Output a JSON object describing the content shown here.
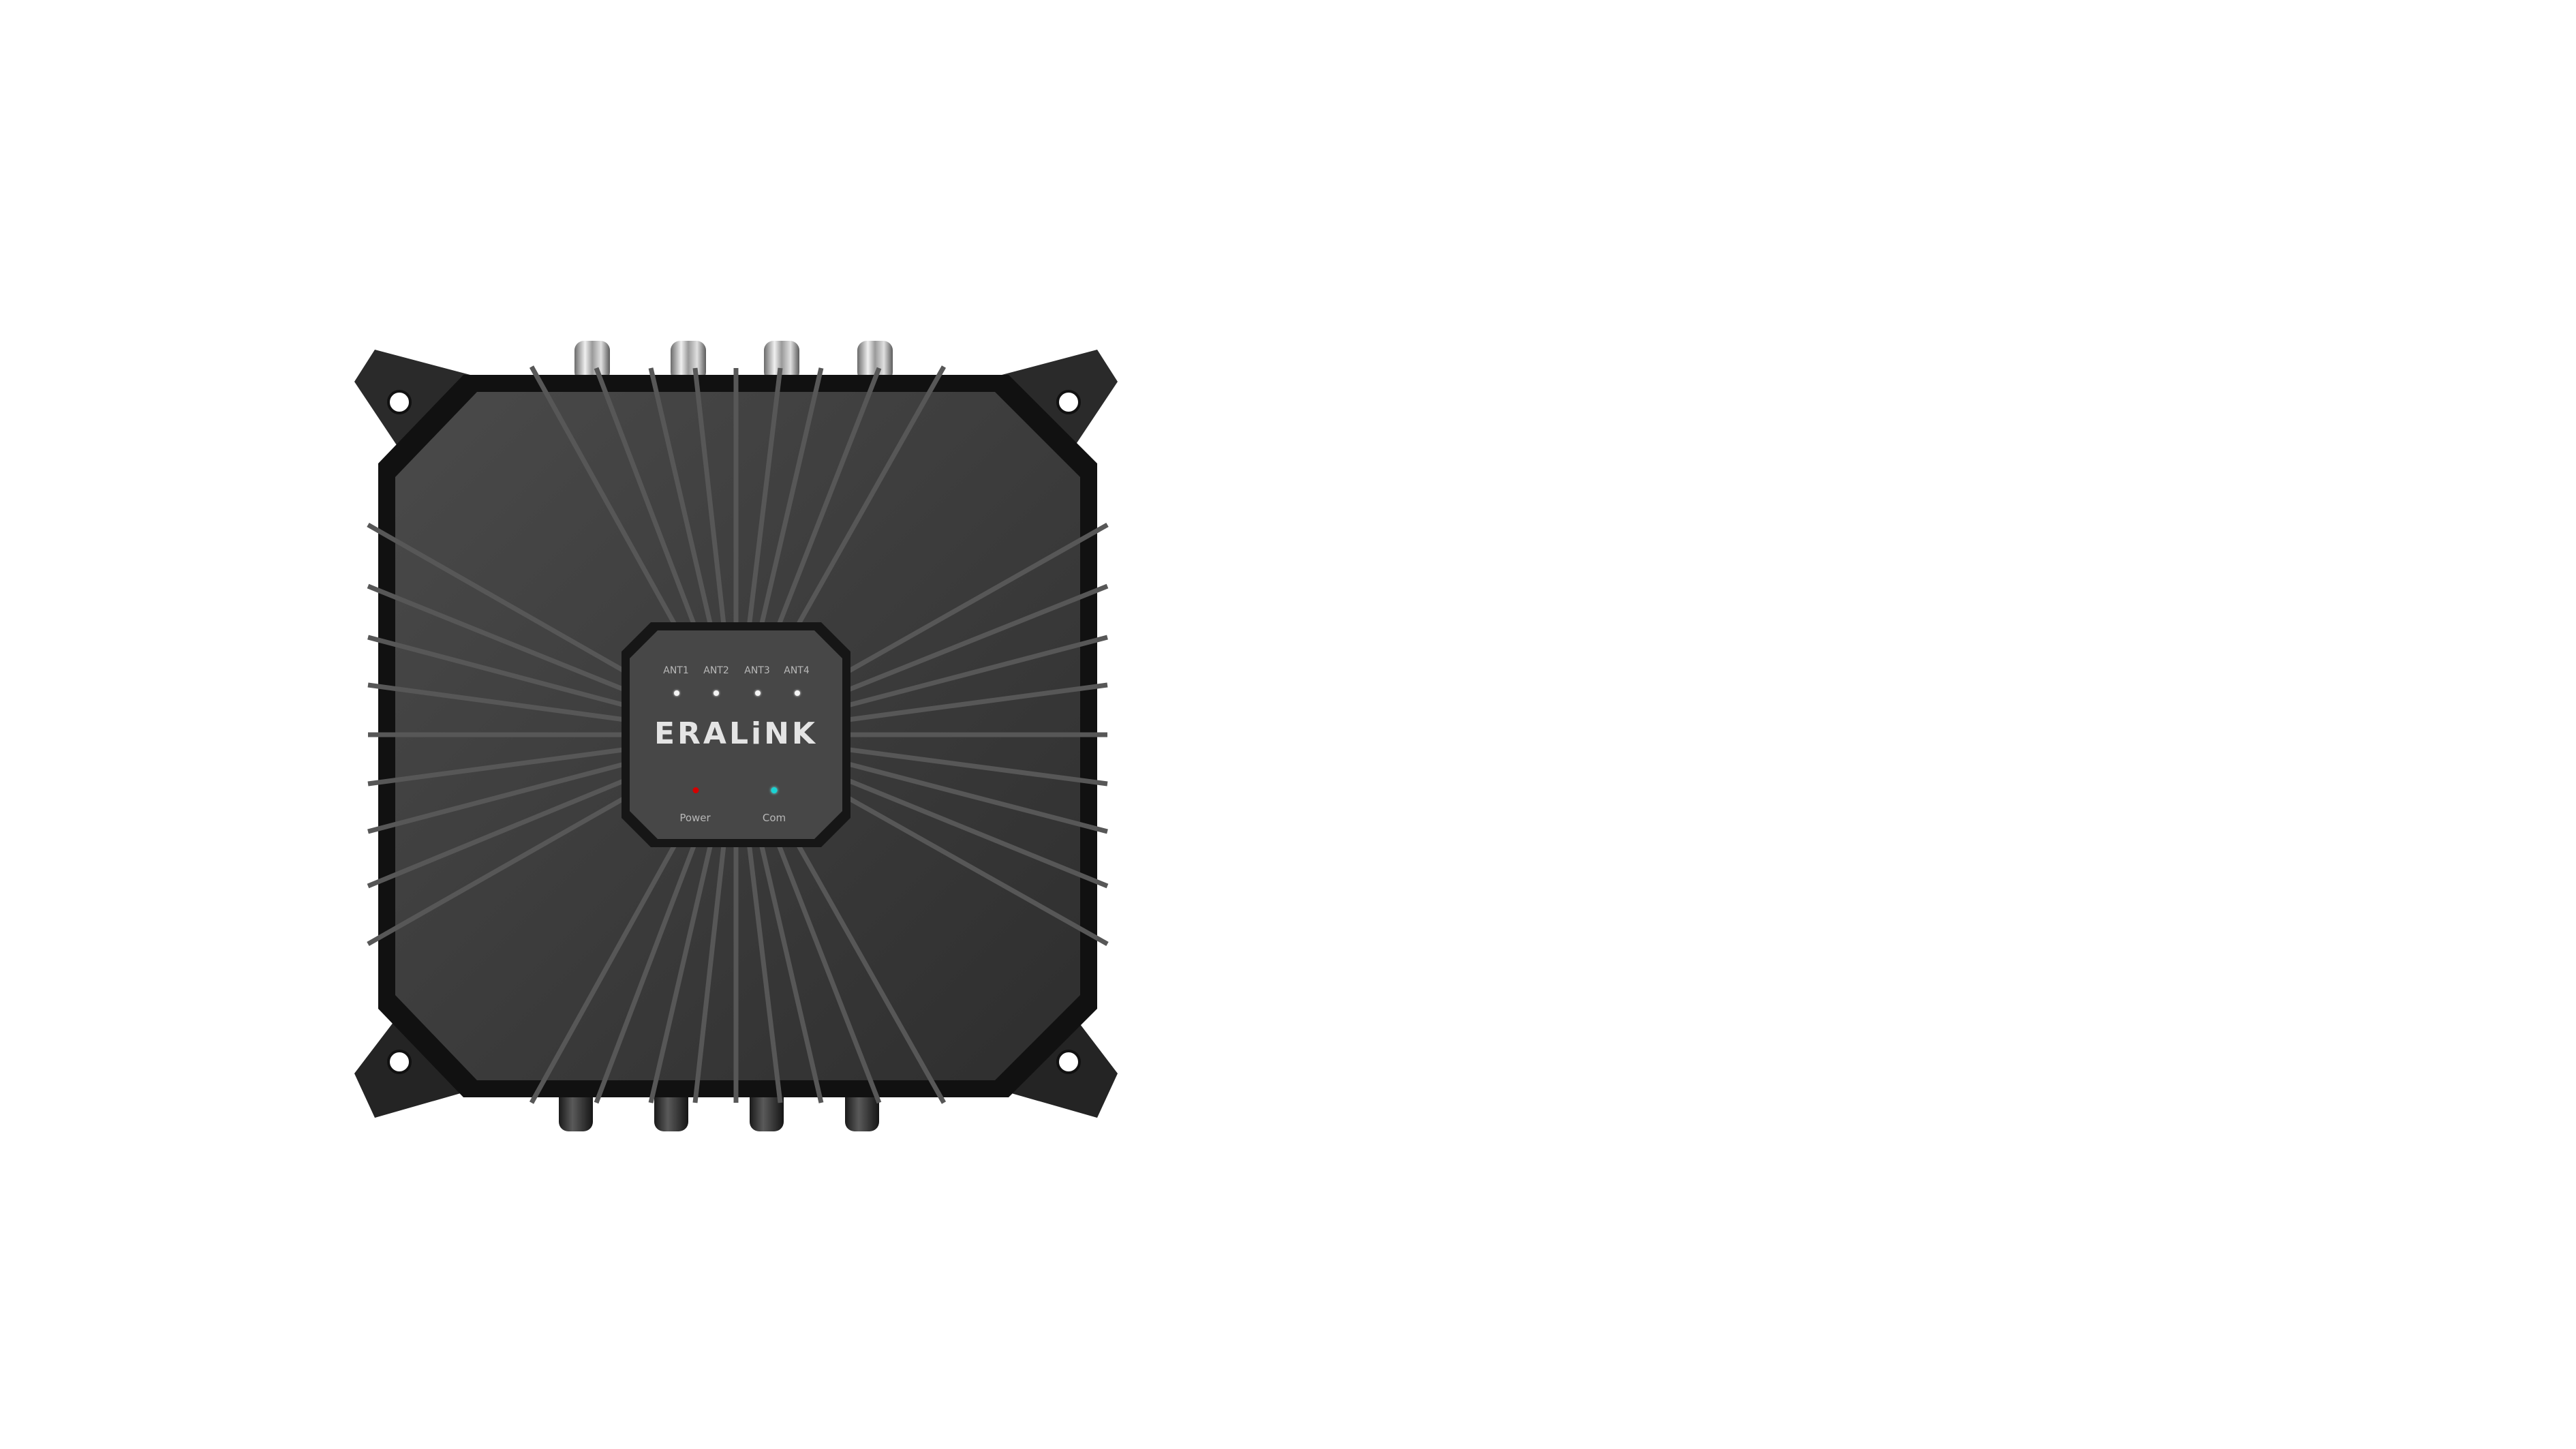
{
  "image": {
    "subject": "ERALINK RFID reader",
    "background": "#ffffff"
  },
  "device": {
    "brand": "ERALiNK",
    "body_color": "#3c3c3c",
    "antenna_ports": [
      {
        "label": "ANT1",
        "led_color": "#f4f4f4"
      },
      {
        "label": "ANT2",
        "led_color": "#f4f4f4"
      },
      {
        "label": "ANT3",
        "led_color": "#f4f4f4"
      },
      {
        "label": "ANT4",
        "led_color": "#f4f4f4"
      }
    ],
    "status_indicators": [
      {
        "label": "Power",
        "led_color": "#d40000"
      },
      {
        "label": "Com",
        "led_color": "#19d4d4"
      }
    ],
    "top_connectors": 4,
    "bottom_connectors": 4,
    "mounting_holes": 4
  }
}
